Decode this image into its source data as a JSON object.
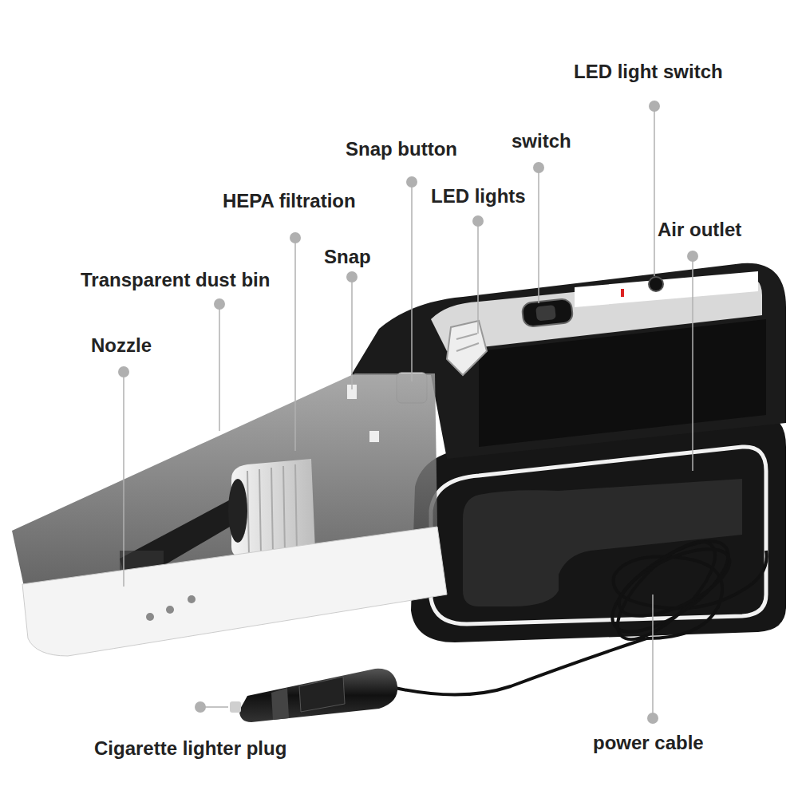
{
  "diagram": {
    "labels": [
      "LED light switch",
      "switch",
      "Snap button",
      "LED lights",
      "HEPA filtration",
      "Air outlet",
      "Snap",
      "Transparent dust bin",
      "Nozzle",
      "Cigarette lighter plug",
      "power cable"
    ]
  }
}
